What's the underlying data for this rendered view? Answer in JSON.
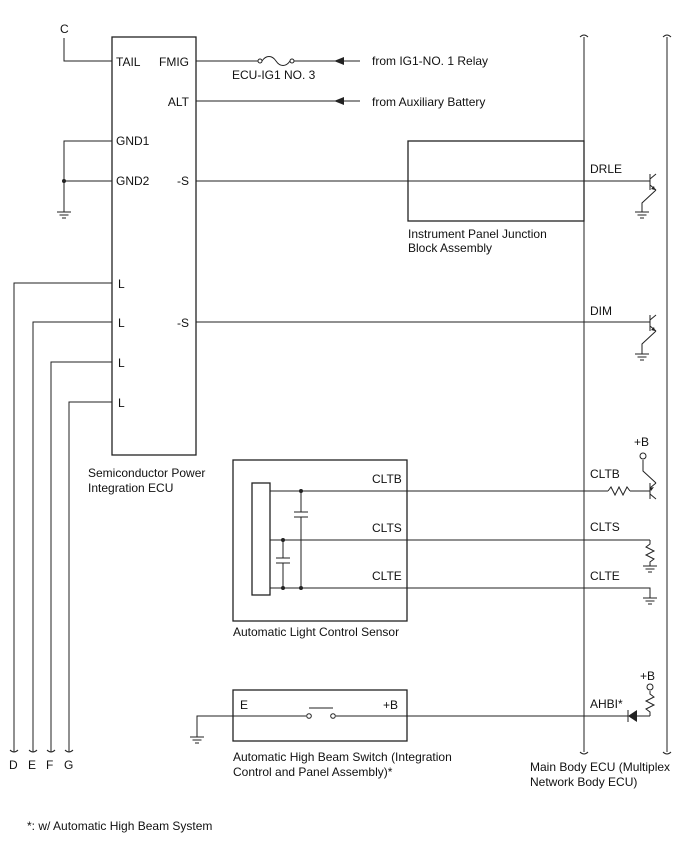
{
  "components": {
    "power_ecu": {
      "name_line1": "Semiconductor Power",
      "name_line2": "Integration ECU",
      "pins": {
        "tail": "TAIL",
        "fmig": "FMIG",
        "alt": "ALT",
        "gnd1": "GND1",
        "gnd2": "GND2",
        "s1": "-S",
        "s2": "-S",
        "l1": "L",
        "l2": "L",
        "l3": "L",
        "l4": "L"
      }
    },
    "junction_block": {
      "name_line1": "Instrument Panel Junction",
      "name_line2": "Block Assembly"
    },
    "light_sensor": {
      "name": "Automatic Light Control Sensor",
      "pins": {
        "cltb": "CLTB",
        "clts": "CLTS",
        "clte": "CLTE"
      }
    },
    "high_beam_switch": {
      "name_line1": "Automatic High Beam Switch (Integration",
      "name_line2": "Control and Panel Assembly)*",
      "pins": {
        "e": "E",
        "b": "+B"
      }
    },
    "main_body_ecu": {
      "name_line1": "Main Body ECU (Multiplex",
      "name_line2": "Network Body ECU)",
      "pins": {
        "drle": "DRLE",
        "dim": "DIM",
        "cltb": "CLTB",
        "clts": "CLTS",
        "clte": "CLTE",
        "ahbi": "AHBI*"
      },
      "supply1": "+B",
      "supply2": "+B"
    }
  },
  "labels": {
    "fuse": "ECU-IG1 NO. 3",
    "from_relay": "from IG1-NO. 1 Relay",
    "from_battery": "from Auxiliary Battery",
    "connector_c": "C",
    "connector_d": "D",
    "connector_e": "E",
    "connector_f": "F",
    "connector_g": "G"
  },
  "footnote": "*: w/ Automatic High Beam System"
}
